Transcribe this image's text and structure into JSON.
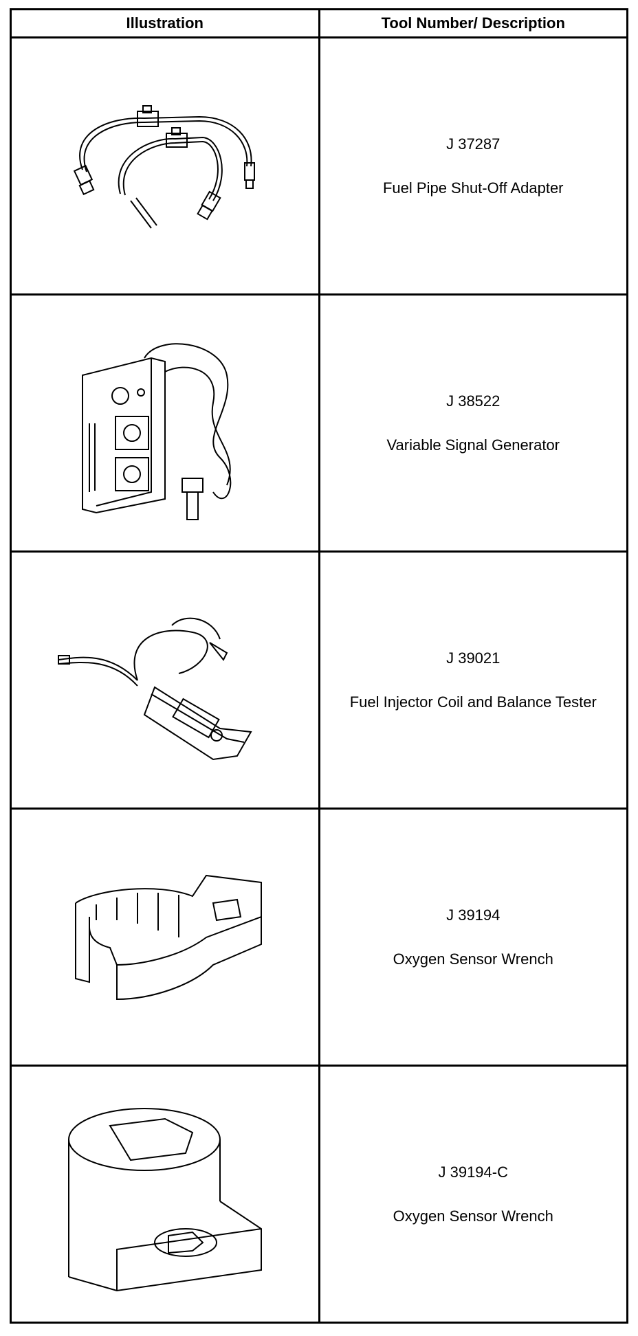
{
  "header": {
    "illustration": "Illustration",
    "description": "Tool Number/ Description"
  },
  "tools": [
    {
      "number": "J 37287",
      "name": "Fuel Pipe Shut-Off Adapter",
      "icon": "fuel-pipe-shutoff-adapter-icon"
    },
    {
      "number": "J 38522",
      "name": "Variable Signal Generator",
      "icon": "signal-generator-icon"
    },
    {
      "number": "J 39021",
      "name": "Fuel Injector Coil and Balance Tester",
      "icon": "injector-tester-icon"
    },
    {
      "number": "J 39194",
      "name": "Oxygen Sensor Wrench",
      "icon": "open-wrench-icon"
    },
    {
      "number": "J 39194-C",
      "name": "Oxygen Sensor Wrench",
      "icon": "socket-wrench-icon"
    }
  ]
}
